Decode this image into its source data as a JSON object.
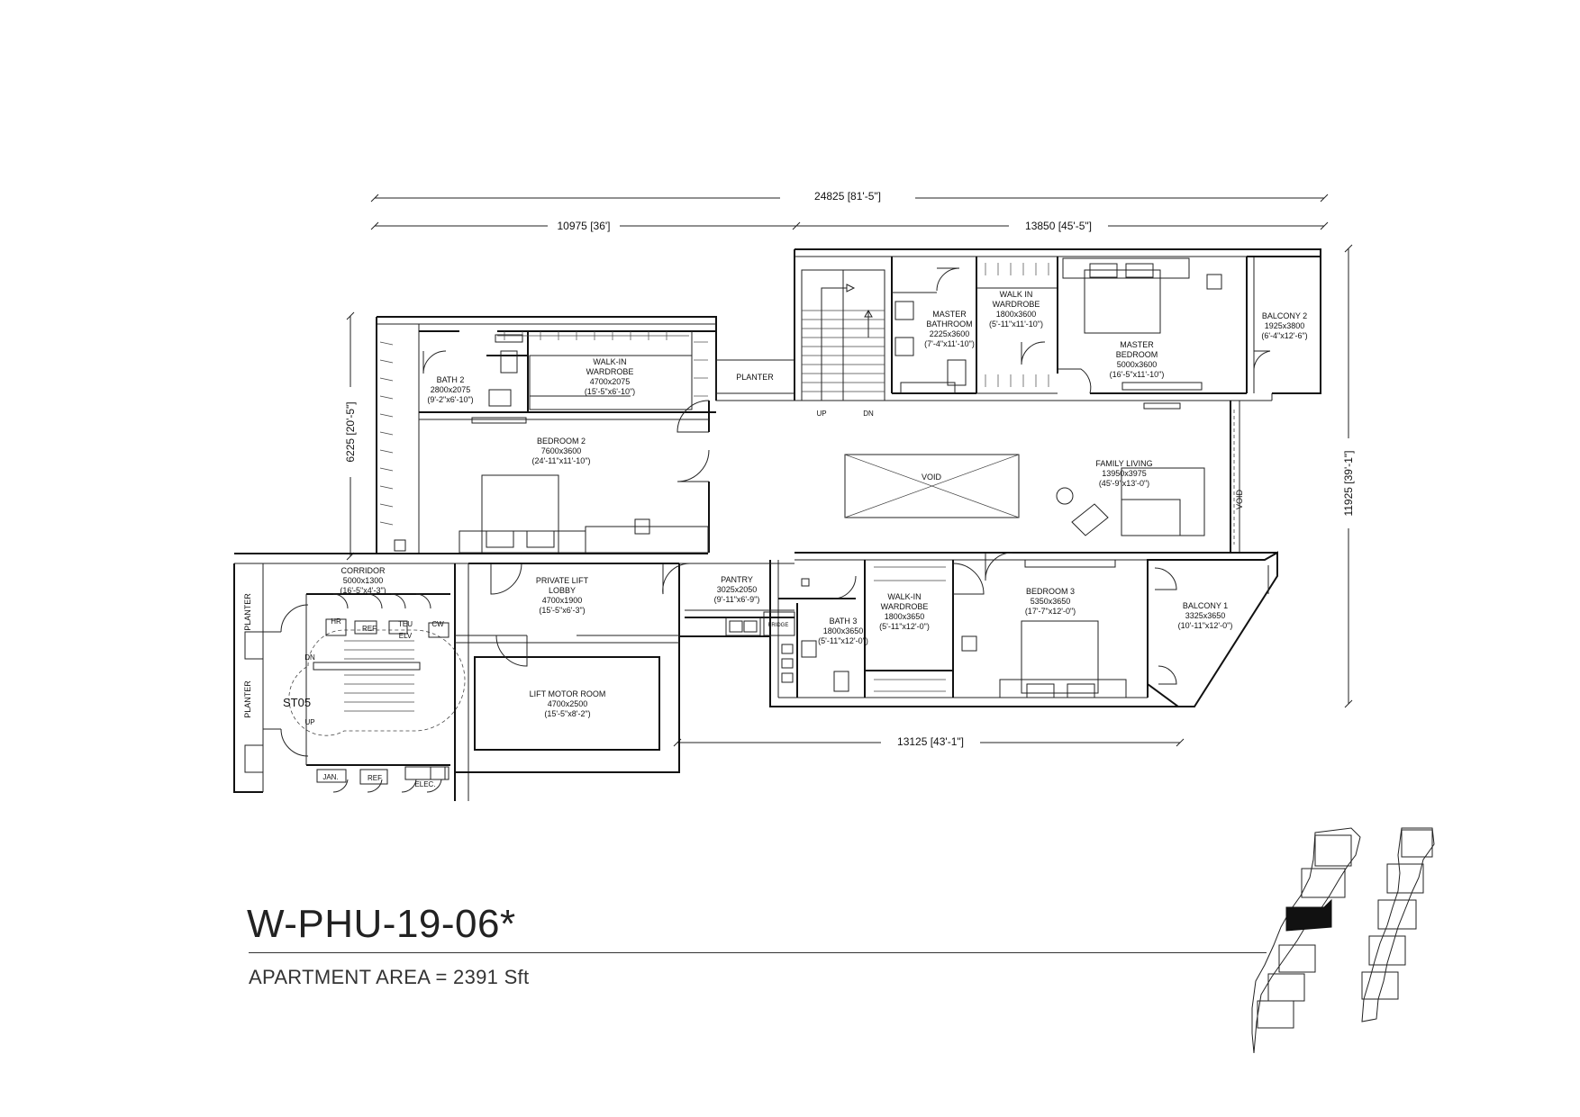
{
  "unit": {
    "code": "W-PHU-19-06*",
    "area_label": "APARTMENT AREA",
    "area_value": "= 2391 Sft"
  },
  "dimensions": {
    "overall_width": "24825 [81'-5\"]",
    "left_width": "10975 [36']",
    "right_width": "13850 [45'-5\"]",
    "lower_width": "13125 [43'-1\"]",
    "right_height": "11925 [39'-1\"]",
    "left_height": "6225 [20'-5\"]"
  },
  "rooms": [
    {
      "key": "bath2",
      "name": "BATH 2",
      "size": "2800x2075",
      "imperial": "(9'-2\"x6'-10\")"
    },
    {
      "key": "walkin1",
      "name": "WALK-IN",
      "name2": "WARDROBE",
      "size": "4700x2075",
      "imperial": "(15'-5\"x6'-10\")"
    },
    {
      "key": "bedroom2",
      "name": "BEDROOM 2",
      "size": "7600x3600",
      "imperial": "(24'-11\"x11'-10\")"
    },
    {
      "key": "master_bath",
      "name": "MASTER",
      "name2": "BATHROOM",
      "size": "2225x3600",
      "imperial": "(7'-4\"x11'-10\")"
    },
    {
      "key": "walkin_master",
      "name": "WALK IN",
      "name2": "WARDROBE",
      "size": "1800x3600",
      "imperial": "(5'-11\"x11'-10\")"
    },
    {
      "key": "master_bed",
      "name": "MASTER",
      "name2": "BEDROOM",
      "size": "5000x3600",
      "imperial": "(16'-5\"x11'-10\")"
    },
    {
      "key": "balcony2",
      "name": "BALCONY 2",
      "size": "1925x3800",
      "imperial": "(6'-4\"x12'-6\")"
    },
    {
      "key": "family",
      "name": "FAMILY LIVING",
      "size": "13950x3975",
      "imperial": "(45'-9\"x13'-0\")"
    },
    {
      "key": "corridor",
      "name": "CORRIDOR",
      "size": "5000x1300",
      "imperial": "(16'-5\"x4'-3\")"
    },
    {
      "key": "lift_lobby",
      "name": "PRIVATE LIFT",
      "name2": "LOBBY",
      "size": "4700x1900",
      "imperial": "(15'-5\"x6'-3\")"
    },
    {
      "key": "pantry",
      "name": "PANTRY",
      "size": "3025x2050",
      "imperial": "(9'-11\"x6'-9\")"
    },
    {
      "key": "lift_motor",
      "name": "LIFT MOTOR ROOM",
      "size": "4700x2500",
      "imperial": "(15'-5\"x8'-2\")"
    },
    {
      "key": "bath3",
      "name": "BATH 3",
      "size": "1800x3650",
      "imperial": "(5'-11\"x12'-0\")"
    },
    {
      "key": "walkin3",
      "name": "WALK-IN",
      "name2": "WARDROBE",
      "size": "1800x3650",
      "imperial": "(5'-11\"x12'-0\")"
    },
    {
      "key": "bedroom3",
      "name": "BEDROOM 3",
      "size": "5350x3650",
      "imperial": "(17'-7\"x12'-0\")"
    },
    {
      "key": "balcony1",
      "name": "BALCONY 1",
      "size": "3325x3650",
      "imperial": "(10'-11\"x12'-0\")"
    }
  ],
  "tags": {
    "planter_top": "PLANTER",
    "planter_side_1": "PLANTER",
    "planter_side_2": "PLANTER",
    "void_center": "VOID",
    "void_side": "VOID",
    "stair_up": "UP",
    "stair_dn": "DN",
    "core_dn": "DN",
    "core_up": "UP",
    "core_id": "ST05",
    "hr": "HR",
    "ref_1": "REF",
    "ref_2": "REF",
    "teu": "TEU",
    "elv": "ELV",
    "cw": "CW",
    "jan": "JAN.",
    "elec": "ELEC.",
    "fridge": "FRIDGE"
  }
}
